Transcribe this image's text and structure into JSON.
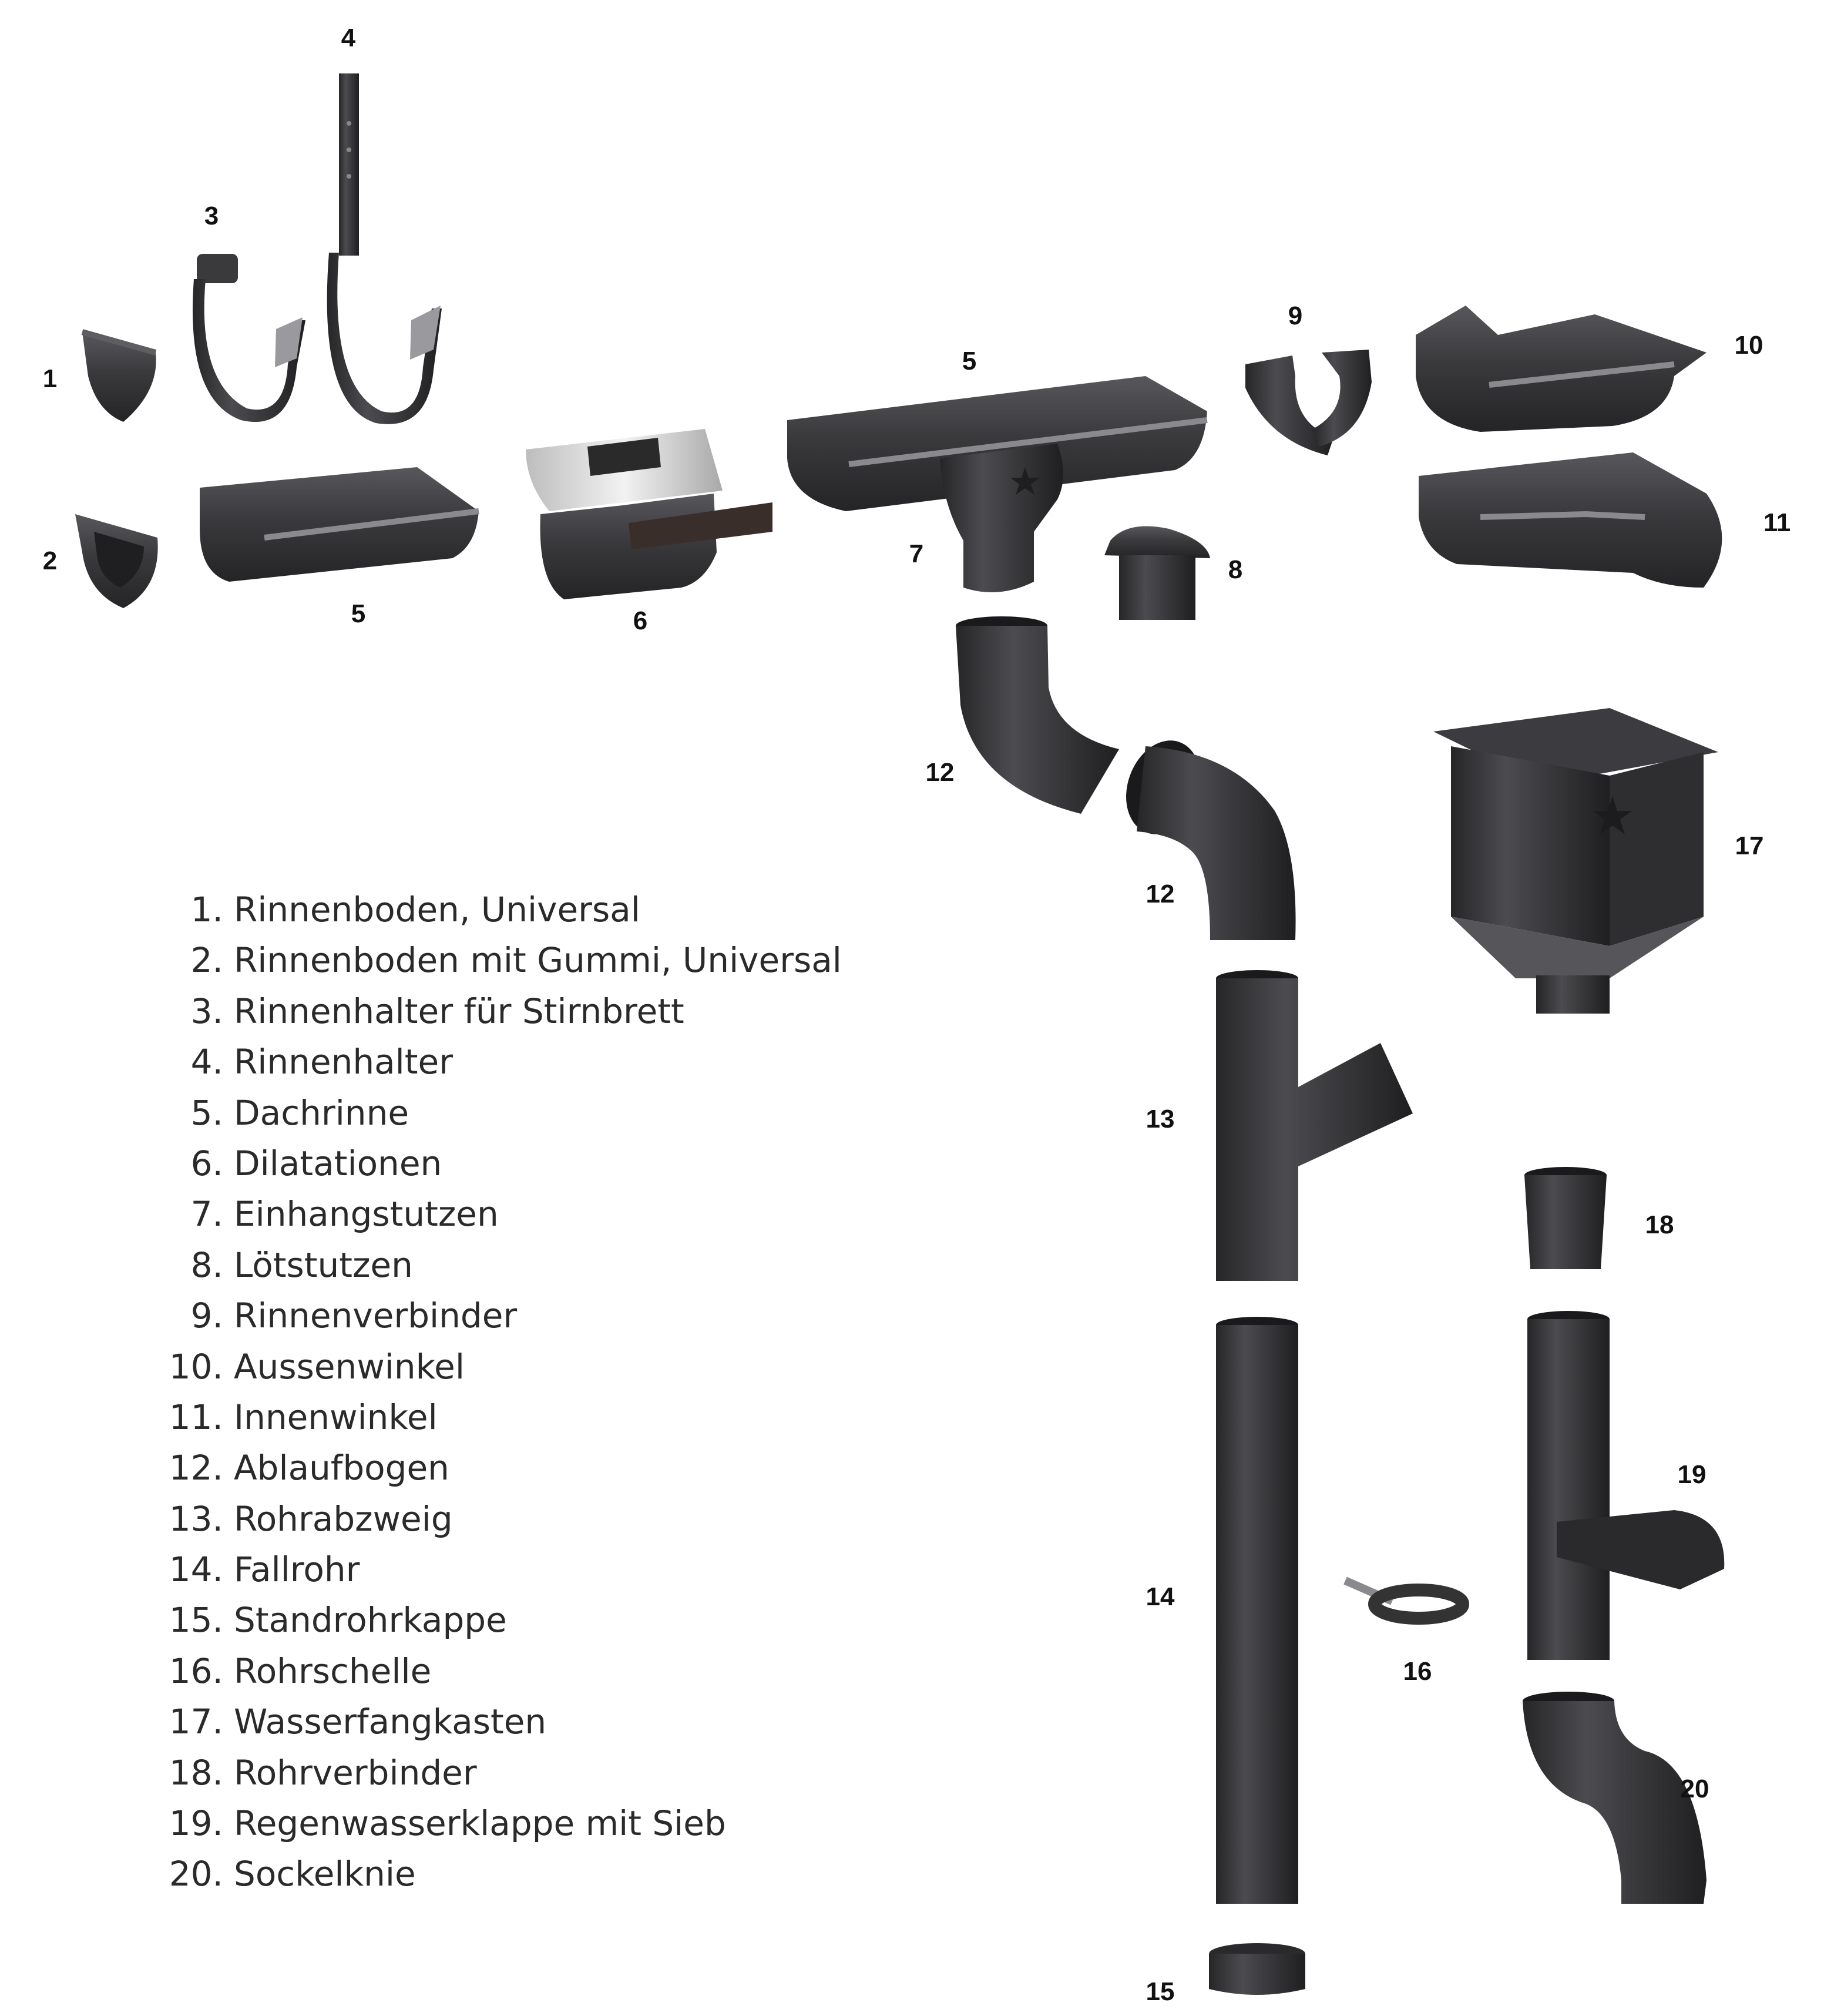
{
  "colors": {
    "metal_dark": "#2c2c2e",
    "metal_mid": "#4a4a4d",
    "metal_light": "#6e6e72",
    "highlight": "#9a9a9e",
    "galvanized": "#d9d9d9",
    "background": "#ffffff"
  },
  "callouts": {
    "c1": "1",
    "c2": "2",
    "c3": "3",
    "c4": "4",
    "c5a": "5",
    "c5b": "5",
    "c6": "6",
    "c7": "7",
    "c8": "8",
    "c9": "9",
    "c10": "10",
    "c11": "11",
    "c12a": "12",
    "c12b": "12",
    "c13": "13",
    "c14": "14",
    "c15": "15",
    "c16": "16",
    "c17": "17",
    "c18": "18",
    "c19": "19",
    "c20": "20"
  },
  "legend": [
    {
      "num": "1.",
      "text": "Rinnenboden, Universal"
    },
    {
      "num": "2.",
      "text": "Rinnenboden mit Gummi, Universal"
    },
    {
      "num": "3.",
      "text": "Rinnenhalter für Stirnbrett"
    },
    {
      "num": "4.",
      "text": "Rinnenhalter"
    },
    {
      "num": "5.",
      "text": "Dachrinne"
    },
    {
      "num": "6.",
      "text": "Dilatationen"
    },
    {
      "num": "7.",
      "text": "Einhangstutzen"
    },
    {
      "num": "8.",
      "text": "Lötstutzen"
    },
    {
      "num": "9.",
      "text": "Rinnenverbinder"
    },
    {
      "num": "10.",
      "text": "Aussenwinkel"
    },
    {
      "num": "11.",
      "text": "Innenwinkel"
    },
    {
      "num": "12.",
      "text": "Ablaufbogen"
    },
    {
      "num": "13.",
      "text": "Rohrabzweig"
    },
    {
      "num": "14.",
      "text": "Fallrohr"
    },
    {
      "num": "15.",
      "text": "Standrohrkappe"
    },
    {
      "num": "16.",
      "text": "Rohrschelle"
    },
    {
      "num": "17.",
      "text": "Wasserfangkasten"
    },
    {
      "num": "18.",
      "text": "Rohrverbinder"
    },
    {
      "num": "19.",
      "text": "Regenwasserklappe mit Sieb"
    },
    {
      "num": "20.",
      "text": "Sockelknie"
    }
  ]
}
